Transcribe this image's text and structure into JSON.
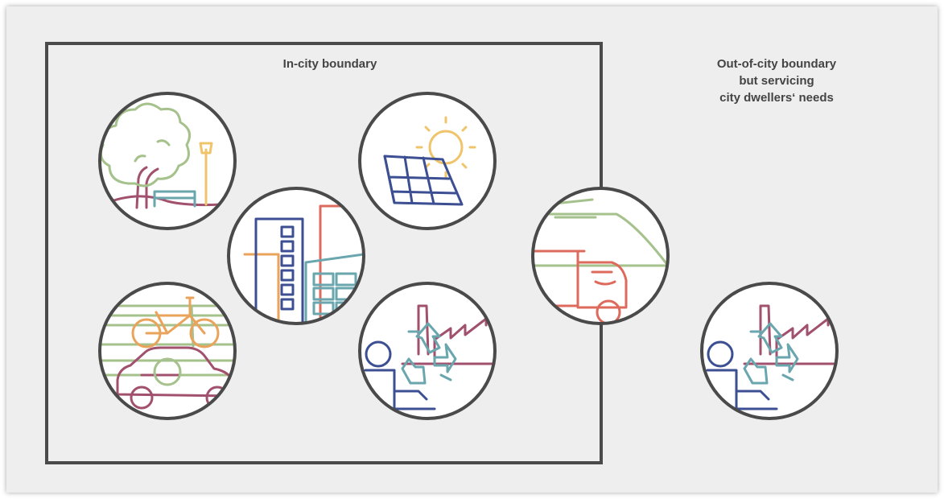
{
  "labels": {
    "in_city": "In-city boundary",
    "out_city": [
      "Out-of-city boundary",
      "but servicing",
      "city dwellers‘ needs"
    ]
  },
  "icons": [
    {
      "name": "park-icon",
      "depicts": "tree, bench and street lamp"
    },
    {
      "name": "solar-panel-icon",
      "depicts": "sun and solar panel"
    },
    {
      "name": "buildings-icon",
      "depicts": "city buildings"
    },
    {
      "name": "transport-icon",
      "depicts": "bicycle and car"
    },
    {
      "name": "recycling-icon",
      "depicts": "person, factory and recycling symbol"
    },
    {
      "name": "train-truck-icon",
      "depicts": "train and truck"
    },
    {
      "name": "recycling-outside-icon",
      "depicts": "person, factory and recycling symbol"
    }
  ],
  "colors": {
    "background": "#eeeeee",
    "outline": "#4a4a4a",
    "green": "#a5c18c",
    "purple": "#a1516d",
    "yellow": "#efc46a",
    "orange": "#e9a35a",
    "navy": "#3c4f93",
    "red": "#dd6a5c",
    "teal": "#6aa6ae"
  }
}
